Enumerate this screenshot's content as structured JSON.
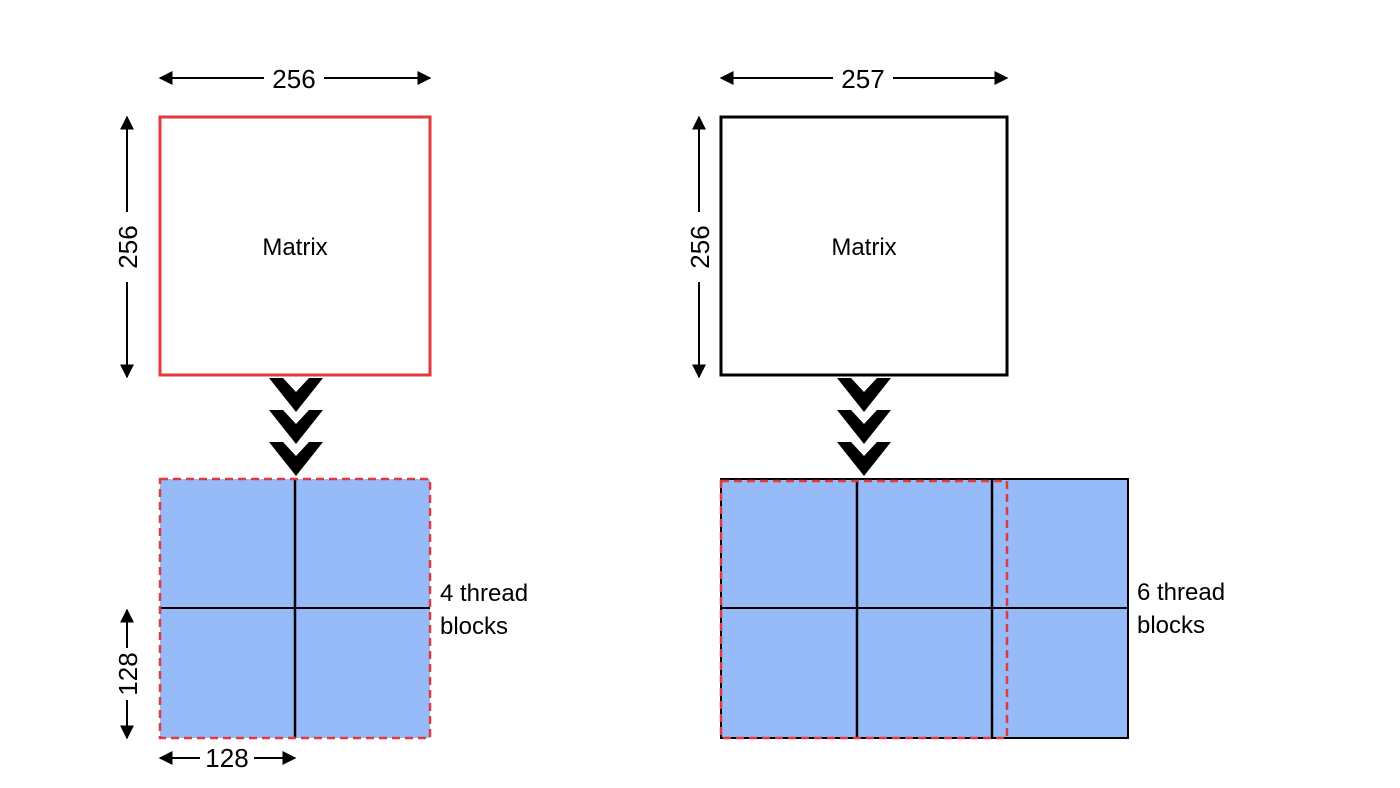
{
  "colors": {
    "highlight": "#e0393e",
    "block_fill": "#97bbf8",
    "line": "#000000",
    "background": "#ffffff"
  },
  "left": {
    "matrix_label": "Matrix",
    "width_label": "256",
    "height_label": "256",
    "block_width_label": "128",
    "block_height_label": "128",
    "caption_line1": "4 thread",
    "caption_line2": "blocks",
    "grid": {
      "cols": 2,
      "rows": 2
    }
  },
  "right": {
    "matrix_label": "Matrix",
    "width_label": "257",
    "height_label": "256",
    "caption_line1": "6 thread",
    "caption_line2": "blocks",
    "grid": {
      "cols": 3,
      "rows": 2
    }
  },
  "icons": {
    "transform_arrow": "triple-chevron-down-icon",
    "dimension_arrow": "double-headed-arrow-icon"
  }
}
